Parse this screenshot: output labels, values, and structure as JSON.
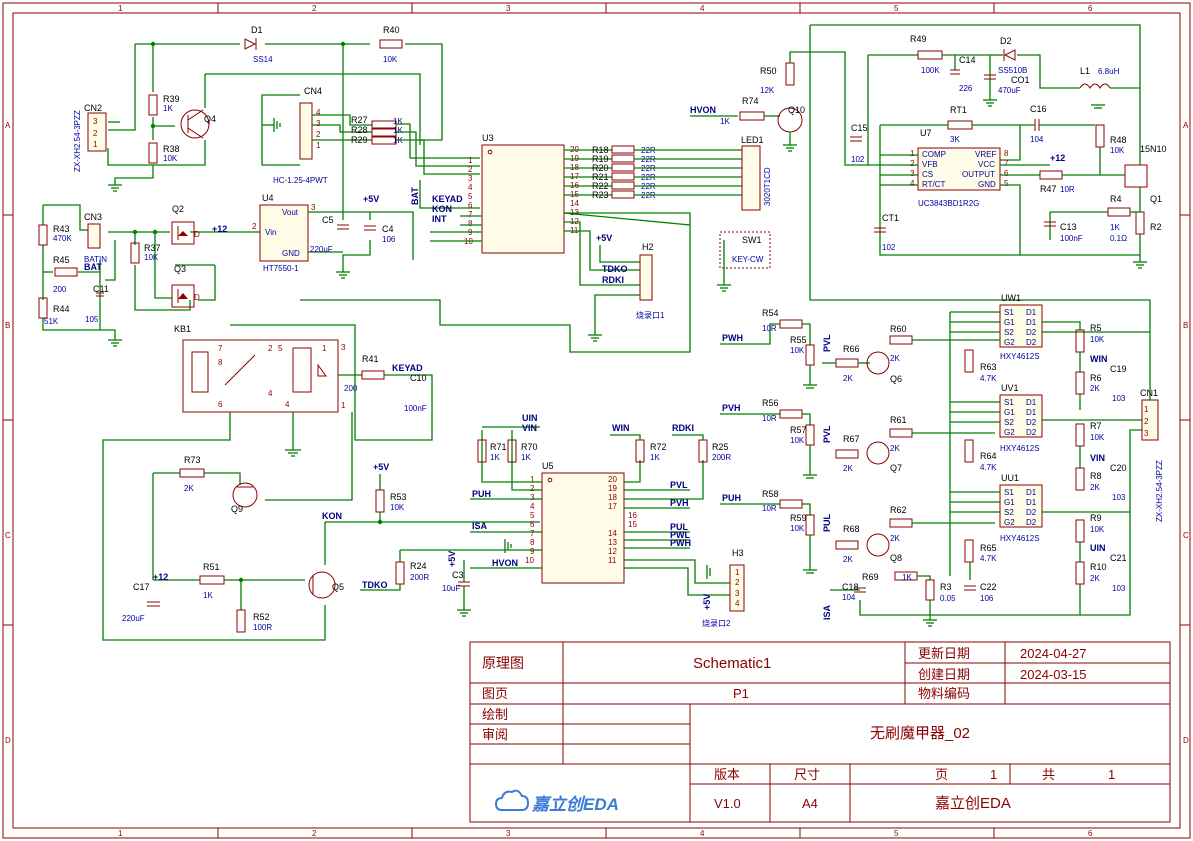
{
  "border": {
    "col_labels": [
      "1",
      "2",
      "3",
      "4",
      "5",
      "6"
    ],
    "row_labels": [
      "A",
      "B",
      "C",
      "D"
    ]
  },
  "title_block": {
    "lbl_schematic": "原理图",
    "schematic_name": "Schematic1",
    "lbl_updated": "更新日期",
    "updated_date": "2024-04-27",
    "lbl_created": "创建日期",
    "created_date": "2024-03-15",
    "lbl_page": "图页",
    "page_name": "P1",
    "lbl_material": "物料编码",
    "lbl_drawn": "绘制",
    "lbl_reviewed": "审阅",
    "project_title": "无刷魔甲器_02",
    "lbl_version": "版本",
    "lbl_size": "尺寸",
    "lbl_page_no": "页",
    "page_no": "1",
    "lbl_total": "共",
    "page_total": "1",
    "version": "V1.0",
    "size": "A4",
    "company": "嘉立创EDA",
    "logo_text": "嘉立创EDA"
  },
  "designators": {
    "D1": "D1",
    "D1v": "SS14",
    "R40": "R40",
    "R40v": "10K",
    "CN2": "CN2",
    "CN2v": "ZX-XH2.54-3PZZ",
    "R39": "R39",
    "R39v": "1K",
    "R38": "R38",
    "R38v": "10K",
    "Q4": "Q4",
    "CN4": "CN4",
    "CN4v": "HC-1.25-4PWT",
    "R27": "R27",
    "R28": "R28",
    "R29": "R29",
    "R1K": "1K",
    "U3": "U3",
    "R43": "R43",
    "R43v": "470K",
    "CN3": "CN3",
    "Q2": "Q2",
    "Q3": "Q3",
    "R37": "R37",
    "R37v": "10K",
    "R45": "R45",
    "R45v": "200",
    "R44": "R44",
    "R44v": "51K",
    "C11": "C11",
    "C11v": "105",
    "BATIN": "BATIN",
    "U4": "U4",
    "U4v": "HT7550-1",
    "U4vin": "Vin",
    "U4vout": "Vout",
    "U4gnd": "GND",
    "C5": "C5",
    "C5v": "220uF",
    "C4": "C4",
    "C4v": "106",
    "KB1": "KB1",
    "R41": "R41",
    "R41v": "200",
    "C10": "C10",
    "C10v": "100nF",
    "R73": "R73",
    "R73v": "2K",
    "Q9": "Q9",
    "R53": "R53",
    "R53v": "10K",
    "C17": "C17",
    "C17v": "220uF",
    "R51": "R51",
    "R51v": "1K",
    "R52": "R52",
    "R52v": "100R",
    "Q5": "Q5",
    "R18": "R18",
    "R19": "R19",
    "R20": "R20",
    "R21": "R21",
    "R22": "R22",
    "R23": "R23",
    "R22R": "22R",
    "LED1": "LED1",
    "LED1v": "3020T1CD",
    "H2": "H2",
    "H2v": "烧录口1",
    "SW1": "SW1",
    "SW1v": "KEY-CW",
    "R50": "R50",
    "R50v": "12K",
    "R74": "R74",
    "R74v": "1K",
    "Q10": "Q10",
    "R49": "R49",
    "R49v": "100K",
    "C14": "C14",
    "C14v": "226",
    "D2": "D2",
    "D2v": "SS510B",
    "CO1": "CO1",
    "CO1v": "470uF",
    "L1": "L1",
    "L1v": "6.8uH",
    "RT1": "RT1",
    "RT1v": "3K",
    "C16": "C16",
    "C16v": "104",
    "C15": "C15",
    "C15v": "102",
    "U7": "U7",
    "U7v": "UC3843BD1R2G",
    "R48": "R48",
    "R48v": "10K",
    "R15N10": "15N10",
    "Q1": "Q1",
    "R47": "R47",
    "R47v": "10R",
    "CT1": "CT1",
    "CT1v": "102",
    "C13": "C13",
    "C13v": "100nF",
    "R4": "R4",
    "R4v": "1K",
    "R2": "R2",
    "R2v": "0.1Ω",
    "U5": "U5",
    "R71": "R71",
    "R71v": "1K",
    "R70": "R70",
    "R70v": "1K",
    "R72": "R72",
    "R72v": "1K",
    "R25": "R25",
    "R25v": "200R",
    "R24": "R24",
    "R24v": "200R",
    "C3": "C3",
    "C3v": "10uF",
    "H3": "H3",
    "H3v": "烧录口2",
    "R54": "R54",
    "R55": "R55",
    "R56": "R56",
    "R57": "R57",
    "R58": "R58",
    "R59": "R59",
    "R10R": "10R",
    "R10K": "10K",
    "R66": "R66",
    "R67": "R67",
    "R68": "R68",
    "R2K": "2K",
    "R60": "R60",
    "R61": "R61",
    "R62": "R62",
    "R63": "R63",
    "R64": "R64",
    "R65": "R65",
    "R4_7K": "4.7K",
    "Q6": "Q6",
    "Q7": "Q7",
    "Q8": "Q8",
    "UW1": "UW1",
    "UV1": "UV1",
    "UU1": "UU1",
    "HXY": "HXY4612S",
    "R5": "R5",
    "R6": "R6",
    "R7": "R7",
    "R8": "R8",
    "R9": "R9",
    "R10": "R10",
    "C19": "C19",
    "C20": "C20",
    "C21": "C21",
    "C103": "103",
    "CN1": "CN1",
    "CN1v": "ZX-XH2.54-3PZZ",
    "C18": "C18",
    "C18v": "104",
    "R69": "R69",
    "R69v": "1K",
    "R3": "R3",
    "R3v": "0.05",
    "C22": "C22",
    "C22v": "106"
  },
  "nets": {
    "BAT": "BAT",
    "KEYAD": "KEYAD",
    "KON": "KON",
    "INT": "INT",
    "P12": "+12",
    "P5V": "+5V",
    "TDKO": "TDKO",
    "RDKI": "RDKI",
    "HVON": "HVON",
    "UIN": "UIN",
    "VIN": "VIN",
    "WIN": "WIN",
    "PUH": "PUH",
    "PVH": "PVH",
    "PWH": "PWH",
    "PUL": "PUL",
    "PVL": "PVL",
    "PWL": "PWL",
    "ISA": "ISA"
  },
  "u7_pins": [
    "COMP",
    "VFB",
    "CS",
    "RT/CT",
    "VREF",
    "VCC",
    "OUTPUT",
    "GND"
  ],
  "mosfet_pins": [
    "S1",
    "G1",
    "S2",
    "G2",
    "D1",
    "D1",
    "D2",
    "D2"
  ]
}
